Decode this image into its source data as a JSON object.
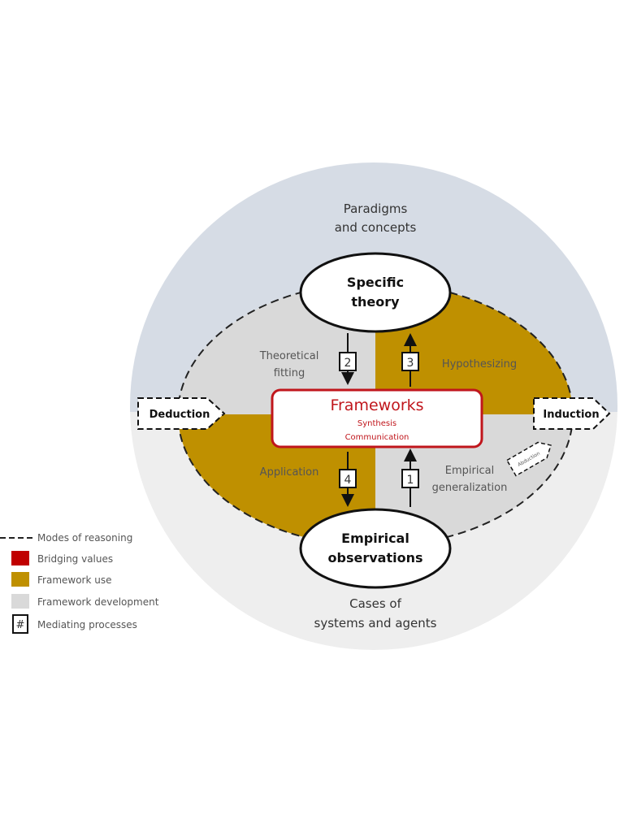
{
  "outer": {
    "top_label": [
      "Paradigms",
      "and concepts"
    ],
    "bottom_label": [
      "Cases of",
      "systems and agents"
    ]
  },
  "nodes": {
    "specific_theory": [
      "Specific",
      "theory"
    ],
    "empirical_observations": [
      "Empirical",
      "observations"
    ],
    "frameworks": {
      "title": "Frameworks",
      "sub1": "Synthesis",
      "sub2": "Communication"
    }
  },
  "reasoning": {
    "deduction": "Deduction",
    "induction": "Induction",
    "abduction": "Abduction"
  },
  "processes": {
    "theoretical_fitting": [
      "Theoretical",
      "fitting"
    ],
    "hypothesizing": "Hypothesizing",
    "application": "Application",
    "empirical_generalization": [
      "Empirical",
      "generalization"
    ],
    "num1": "1",
    "num2": "2",
    "num3": "3",
    "num4": "4"
  },
  "legend": {
    "modes": "Modes of reasoning",
    "bridging": "Bridging values",
    "use": "Framework use",
    "development": "Framework development",
    "mediating": "Mediating processes",
    "mediating_symbol": "#"
  },
  "colors": {
    "top_half": "#d6dce5",
    "bottom_half": "#eeeeee",
    "framework_use": "#bf9000",
    "framework_dev": "#d9d9d9",
    "bridging": "#c00000"
  }
}
